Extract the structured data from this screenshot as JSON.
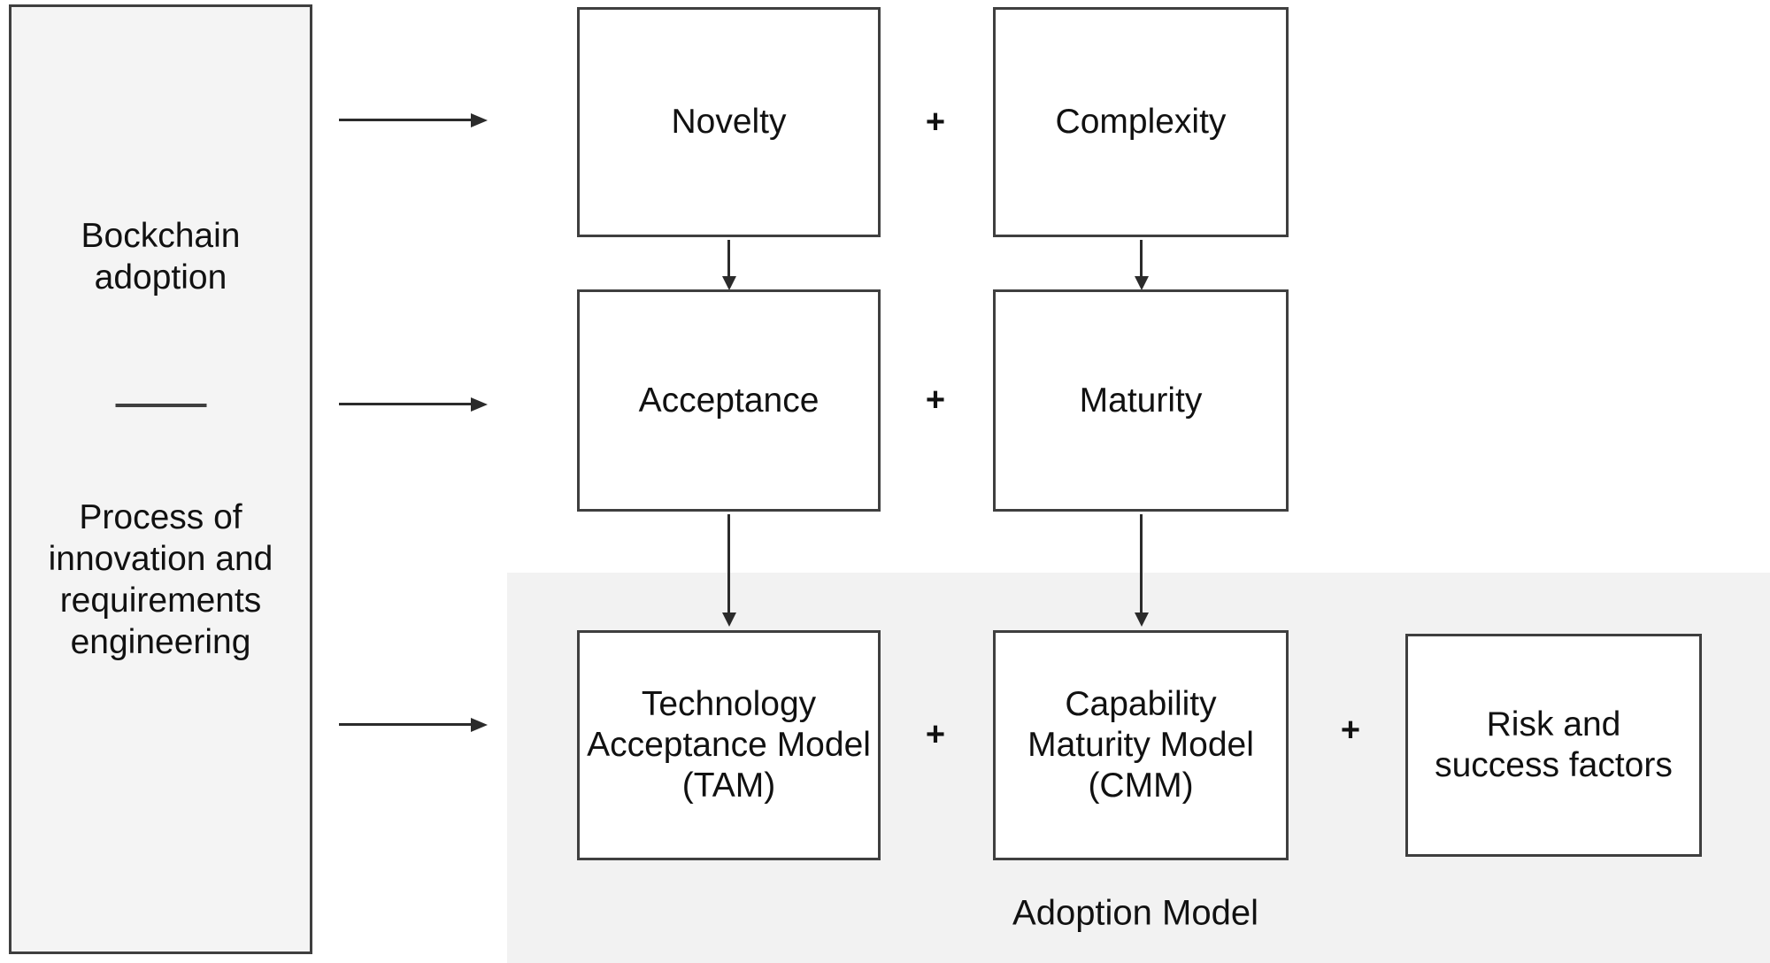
{
  "colors": {
    "panel_fill": "#f4f4f4",
    "region_fill": "#f2f2f2",
    "border": "#3f3f3f",
    "arrow": "#2b2b2b",
    "text": "#111111"
  },
  "left_panel": {
    "title_lines": [
      "Bockchain",
      "adoption"
    ],
    "body_lines": [
      "Process of",
      "innovation and",
      "requirements",
      "engineering"
    ]
  },
  "boxes": {
    "novelty": {
      "label": "Novelty"
    },
    "complexity": {
      "label": "Complexity"
    },
    "acceptance": {
      "label": "Acceptance"
    },
    "maturity": {
      "label": "Maturity"
    },
    "tam": {
      "lines": [
        "Technology",
        "Acceptance Model",
        "(TAM)"
      ]
    },
    "cmm": {
      "lines": [
        "Capability",
        "Maturity Model",
        "(CMM)"
      ]
    },
    "risk": {
      "lines": [
        "Risk and",
        "success factors"
      ]
    }
  },
  "operators": {
    "plus": "+"
  },
  "region": {
    "label": "Adoption Model"
  }
}
